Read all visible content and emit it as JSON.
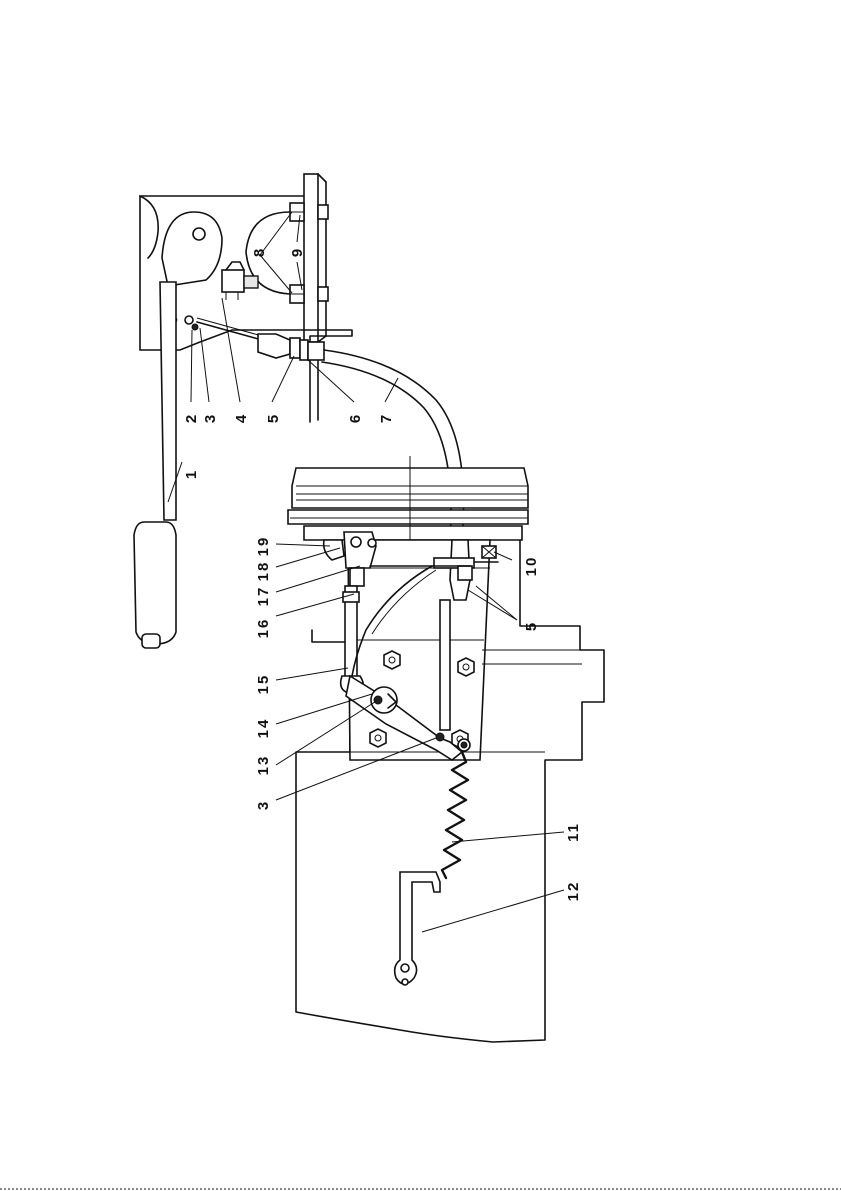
{
  "labels": {
    "l1": "1",
    "l2": "2",
    "l3a": "3",
    "l4": "4",
    "l5a": "5",
    "l6": "6",
    "l7": "7",
    "l8": "8",
    "l9": "9",
    "l10": "10",
    "l5b": "5",
    "l19": "19",
    "l18": "18",
    "l17": "17",
    "l16": "16",
    "l15": "15",
    "l14": "14",
    "l13": "13",
    "l3b": "3",
    "l11": "11",
    "l12": "12"
  }
}
